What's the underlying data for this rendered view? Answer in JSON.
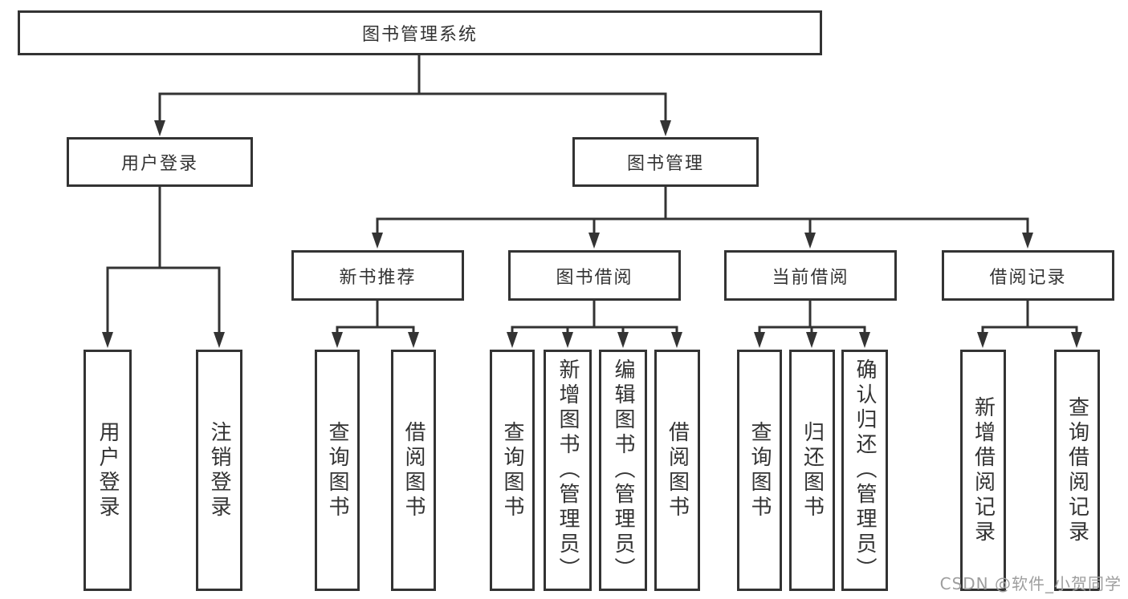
{
  "colors": {
    "line": "#333333",
    "text": "#333333",
    "background": "#ffffff",
    "watermark": "#9e9e9e"
  },
  "nodes": {
    "root": "图书管理系统",
    "user_login": "用户登录",
    "book_mgmt": "图书管理",
    "new_books": "新书推荐",
    "book_borrow": "图书借阅",
    "current_borrow": "当前借阅",
    "borrow_records": "借阅记录",
    "leaves": {
      "user_login_sub": [
        "用户登录",
        "注销登录"
      ],
      "new_books_sub": [
        "查询图书",
        "借阅图书"
      ],
      "book_borrow_sub": [
        "查询图书",
        "新增图书（管理员）",
        "编辑图书（管理员）",
        "借阅图书"
      ],
      "current_borrow_sub": [
        "查询图书",
        "归还图书",
        "确认归还（管理员）"
      ],
      "borrow_records_sub": [
        "新增借阅记录",
        "查询借阅记录"
      ]
    }
  },
  "watermark": "CSDN @软件_小贺同学"
}
